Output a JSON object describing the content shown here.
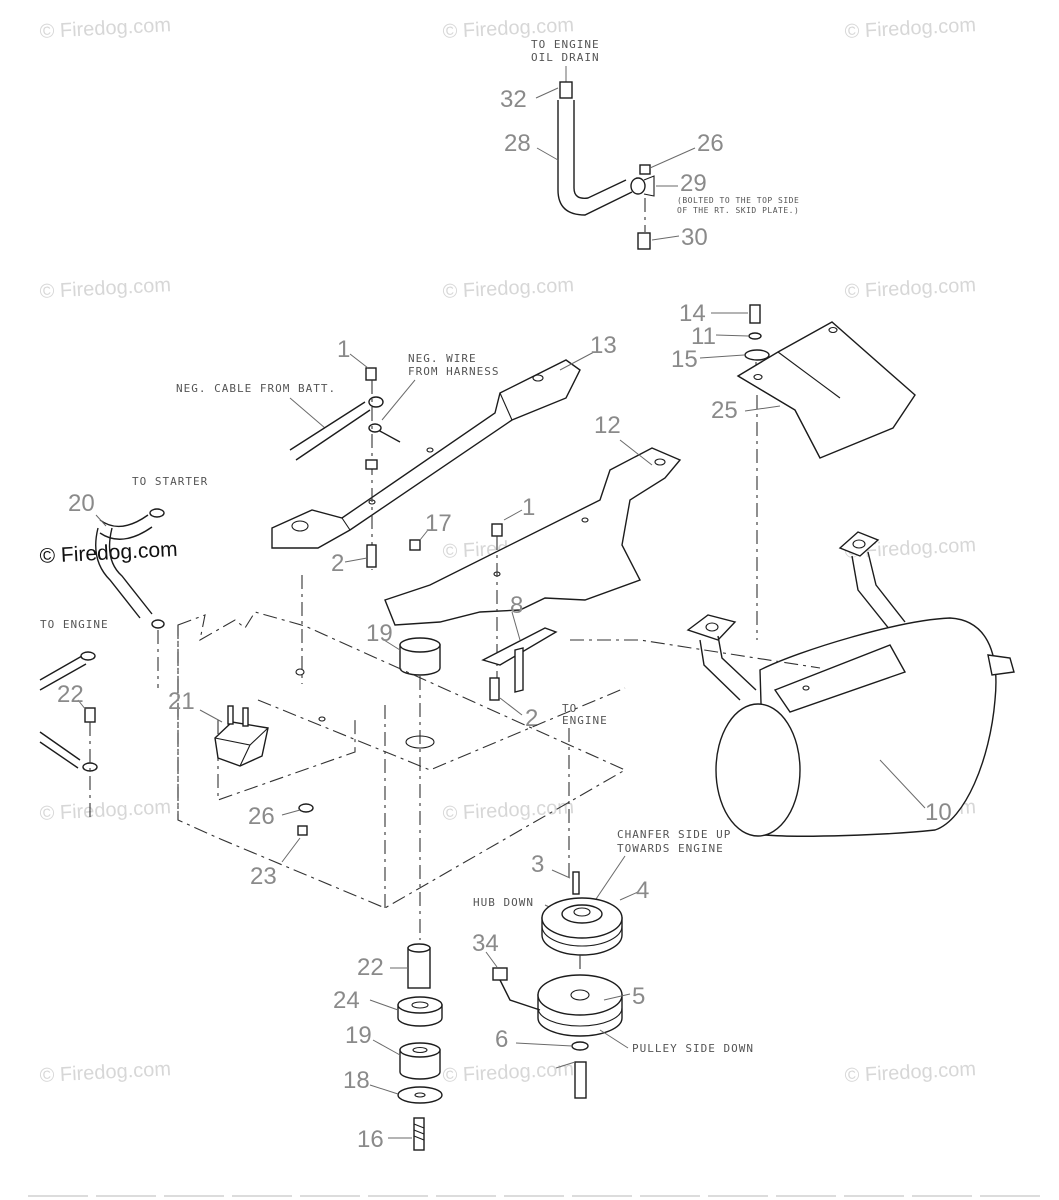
{
  "watermark": {
    "text": "© Firedog.com"
  },
  "notes": {
    "to_engine_oil_drain_1": "TO ENGINE",
    "to_engine_oil_drain_2": "OIL DRAIN",
    "bolted_1": "(BOLTED TO THE TOP SIDE",
    "bolted_2": "OF THE RT. SKID PLATE.)",
    "neg_wire_1": "NEG. WIRE",
    "neg_wire_2": "FROM HARNESS",
    "neg_cable": "NEG. CABLE FROM BATT.",
    "to_starter": "TO STARTER",
    "to_engine_left": "TO ENGINE",
    "to_engine_center_1": "TO",
    "to_engine_center_2": "ENGINE",
    "chamfer_1": "CHANFER SIDE UP",
    "chamfer_2": "TOWARDS ENGINE",
    "hub_down": "HUB DOWN",
    "pulley_side_down": "PULLEY SIDE DOWN"
  },
  "part_numbers": {
    "p32": "32",
    "p28": "28",
    "p26_top": "26",
    "p29": "29",
    "p30": "30",
    "p14": "14",
    "p11": "11",
    "p15": "15",
    "p25": "25",
    "p1_left": "1",
    "p13": "13",
    "p12": "12",
    "p1_center": "1",
    "p17": "17",
    "p2_left": "2",
    "p2_right": "2",
    "p8": "8",
    "p19_top": "19",
    "p20": "20",
    "p21": "21",
    "p22_left": "22",
    "p26_low": "26",
    "p23": "23",
    "p10": "10",
    "p3": "3",
    "p4": "4",
    "p34": "34",
    "p5": "5",
    "p6": "6",
    "p22_low": "22",
    "p24": "24",
    "p19_low": "19",
    "p18": "18",
    "p16": "16"
  }
}
